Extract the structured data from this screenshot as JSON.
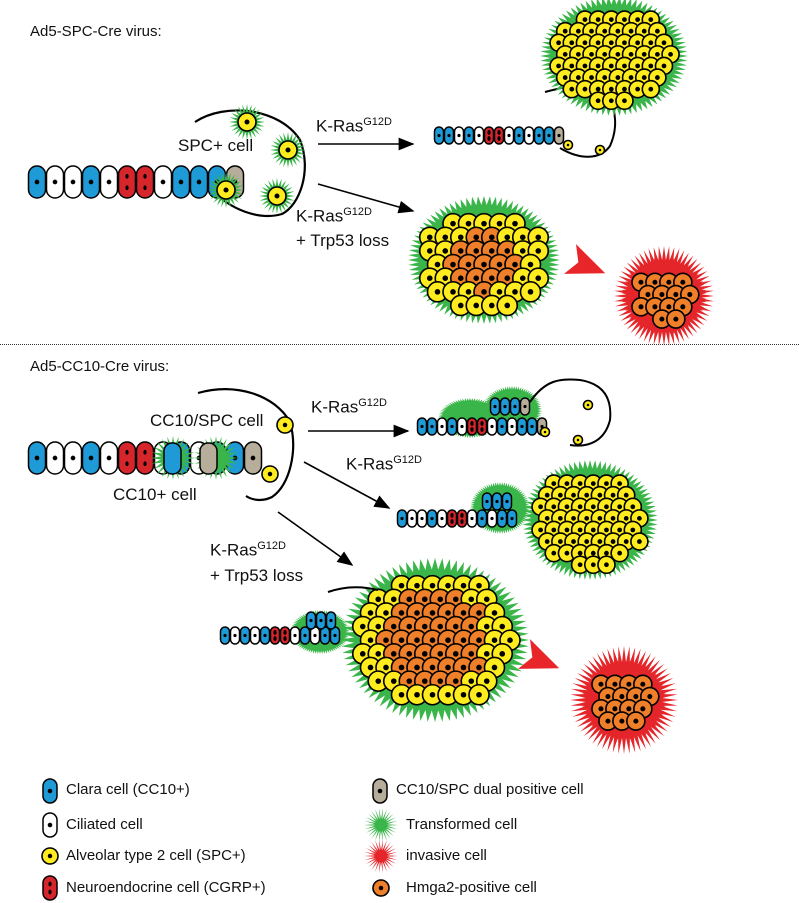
{
  "panel_top": {
    "title": "Ad5-SPC-Cre virus:",
    "cell_label": "SPC+ cell",
    "arrow1_label": "K-Ras",
    "arrow1_sup": "G12D",
    "arrow2_label": "K-Ras",
    "arrow2_sup": "G12D",
    "arrow2_extra": "+ Trp53 loss"
  },
  "panel_bottom": {
    "title": "Ad5-CC10-Cre virus:",
    "cell_label_1": "CC10/SPC cell",
    "cell_label_2": "CC10+ cell",
    "arrow1_label": "K-Ras",
    "arrow1_sup": "G12D",
    "arrow2_label": "K-Ras",
    "arrow2_sup": "G12D",
    "arrow3_label": "K-Ras",
    "arrow3_sup": "G12D",
    "arrow3_extra": "+ Trp53 loss"
  },
  "legend": [
    {
      "label": "Clara cell (CC10+)",
      "icon": "clara-cell-icon"
    },
    {
      "label": "Ciliated cell",
      "icon": "ciliated-cell-icon"
    },
    {
      "label": "Alveolar type 2 cell (SPC+)",
      "icon": "alveolar-type2-cell-icon"
    },
    {
      "label": "Neuroendocrine cell (CGRP+)",
      "icon": "neuroendocrine-cell-icon"
    },
    {
      "label": "CC10/SPC dual positive cell",
      "icon": "dual-positive-cell-icon"
    },
    {
      "label": "Transformed cell",
      "icon": "transformed-cell-icon"
    },
    {
      "label": "invasive cell",
      "icon": "invasive-cell-icon"
    },
    {
      "label": "Hmga2-positive cell",
      "icon": "hmga2-positive-cell-icon"
    }
  ],
  "colors": {
    "clara": "#1e9ad6",
    "ciliated": "#ffffff",
    "alveolar": "#ffec1e",
    "neuroendocrine": "#d7262b",
    "dual": "#b7ad9b",
    "transformed": "#3ab54a",
    "invasive": "#e4262b",
    "hmga2": "#f07f2a",
    "arrow": "#e8262a"
  }
}
